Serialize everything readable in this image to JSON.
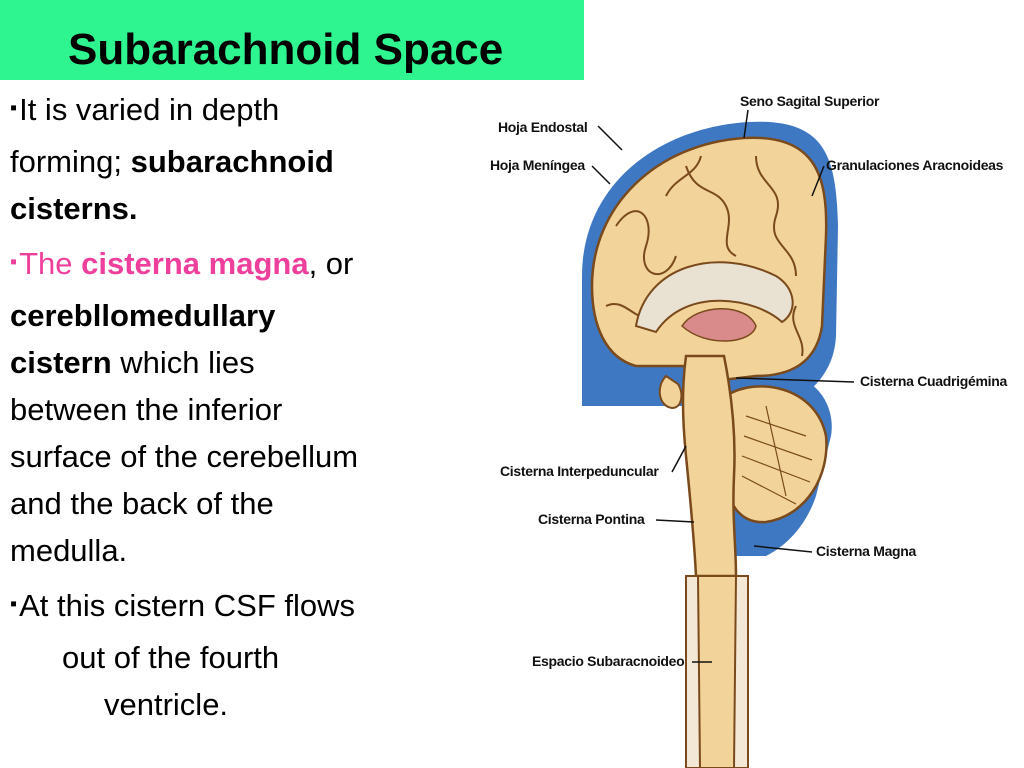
{
  "slide": {
    "title": "Subarachnoid Space",
    "bullets": {
      "b1_l1": "It is varied in depth",
      "b1_l2a": "forming; ",
      "b1_l2b": "subarachnoid",
      "b1_l3": "cisterns.",
      "b2_a": "The ",
      "b2_b": "cisterna magna",
      "b2_c": ", or",
      "b2_l2": "cerebllomedullary",
      "b2_l3a": "cistern",
      "b2_l3b": " which lies",
      "b2_l4": "between the inferior",
      "b2_l5": "surface of the  cerebellum",
      "b2_l6": "and the back  of the",
      "b2_l7": "medulla.",
      "b3_l1": "At this cistern CSF flows",
      "b3_l2": "out of the fourth",
      "b3_l3": "ventricle."
    },
    "bullet_symbol": "▪"
  },
  "figure": {
    "labels": {
      "seno": "Seno Sagital Superior",
      "endostal": "Hoja Endostal",
      "meningea": "Hoja Meníngea",
      "granulaciones": "Granulaciones Aracnoideas",
      "cuadrigemina": "Cisterna Cuadrigémina",
      "interpeduncular": "Cisterna Interpeduncular",
      "pontina": "Cisterna Pontina",
      "magna": "Cisterna Magna",
      "espacio": "Espacio Subaracnoideo"
    }
  },
  "colors": {
    "title_bg": "#2ef58f",
    "highlight": "#ef3f9c",
    "dura": "#3f78c2",
    "brain": "#f2d49a",
    "brain_outline": "#7a4a1c"
  }
}
